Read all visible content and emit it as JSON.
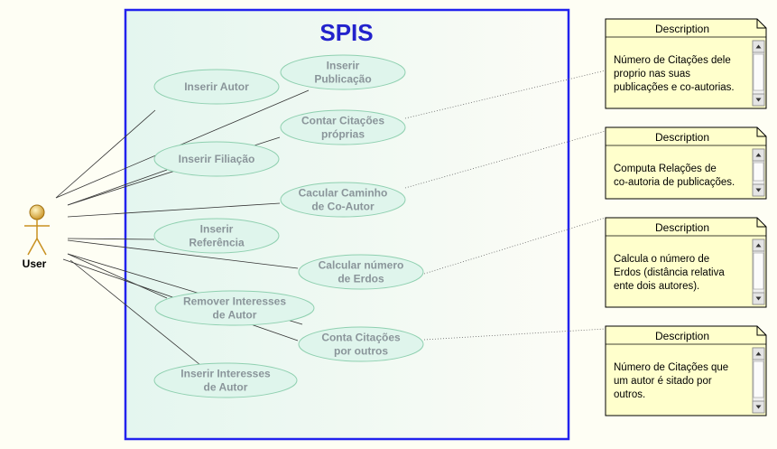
{
  "system": {
    "title": "SPIS"
  },
  "actor": {
    "label": "User"
  },
  "use_cases": [
    {
      "id": "inserir-autor",
      "lines": [
        "Inserir Autor"
      ]
    },
    {
      "id": "inserir-publicacao",
      "lines": [
        "Inserir",
        "Publicação"
      ]
    },
    {
      "id": "contar-citacoes-proprias",
      "lines": [
        "Contar Citações",
        "próprias"
      ]
    },
    {
      "id": "inserir-filiacao",
      "lines": [
        "Inserir Filiação"
      ]
    },
    {
      "id": "calcular-caminho",
      "lines": [
        "Cacular Caminho",
        "de Co-Autor"
      ]
    },
    {
      "id": "inserir-referencia",
      "lines": [
        "Inserir",
        "Referência"
      ]
    },
    {
      "id": "calcular-erdos",
      "lines": [
        "Calcular número",
        "de Erdos"
      ]
    },
    {
      "id": "remover-interesses",
      "lines": [
        "Remover Interesses",
        "de Autor"
      ]
    },
    {
      "id": "conta-citacoes-outros",
      "lines": [
        "Conta Citações",
        "por outros"
      ]
    },
    {
      "id": "inserir-interesses",
      "lines": [
        "Inserir Interesses",
        "de Autor"
      ]
    }
  ],
  "notes": [
    {
      "id": "note-1",
      "title": "Description",
      "lines": [
        "Número de Citações dele",
        "proprio nas suas",
        "publicações e co-autorias."
      ]
    },
    {
      "id": "note-2",
      "title": "Description",
      "lines": [
        "Computa Relações de",
        "co-autoria de publicações."
      ]
    },
    {
      "id": "note-3",
      "title": "Description",
      "lines": [
        "Calcula o número de",
        "Erdos (distância relativa",
        "ente dois autores)."
      ]
    },
    {
      "id": "note-4",
      "title": "Description",
      "lines": [
        "Número de Citações que",
        "um autor é sitado por",
        "outros."
      ]
    }
  ],
  "colors": {
    "system_border": "#2222ee",
    "use_case_fill": "#dff5ec",
    "use_case_stroke": "#8fd0b0",
    "note_fill": "#ffffcc",
    "actor_fill": "#e8b84a"
  }
}
